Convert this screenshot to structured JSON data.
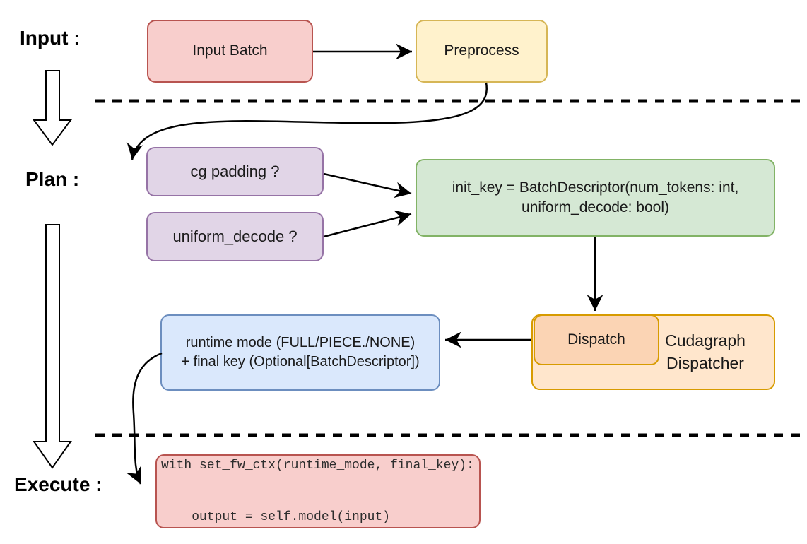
{
  "section_labels": {
    "input": "Input :",
    "plan": "Plan :",
    "execute": "Execute :"
  },
  "nodes": {
    "input_batch": {
      "label": "Input Batch",
      "fill": "#f8cecc",
      "stroke": "#b85450"
    },
    "preprocess": {
      "label": "Preprocess",
      "fill": "#fff2cc",
      "stroke": "#d6b656"
    },
    "cg_padding": {
      "label": "cg padding ?",
      "fill": "#e1d5e7",
      "stroke": "#9673a6"
    },
    "uniform_decode": {
      "label": "uniform_decode ?",
      "fill": "#e1d5e7",
      "stroke": "#9673a6"
    },
    "init_key": {
      "line1": "init_key = BatchDescriptor(num_tokens: int,",
      "line2": "uniform_decode: bool)",
      "fill": "#d5e8d4",
      "stroke": "#82b366"
    },
    "dispatch": {
      "label": "Dispatch",
      "fill": "#fbd4b4",
      "stroke": "#d79b00"
    },
    "cudagraph_dispatcher": {
      "line1": "Cudagraph",
      "line2": "Dispatcher",
      "fill": "#ffe6cc",
      "stroke": "#d79b00"
    },
    "runtime_result": {
      "line1": "runtime mode (FULL/PIECE./NONE)",
      "line2": "+ final key (Optional[BatchDescriptor])",
      "fill": "#dae8fc",
      "stroke": "#6c8ebf"
    },
    "execute_code": {
      "line1": "with set_fw_ctx(runtime_mode, final_key):",
      "line2": "    output = self.model(input)",
      "fill": "#f8cecc",
      "stroke": "#b85450"
    }
  },
  "connector_color": "#000000"
}
